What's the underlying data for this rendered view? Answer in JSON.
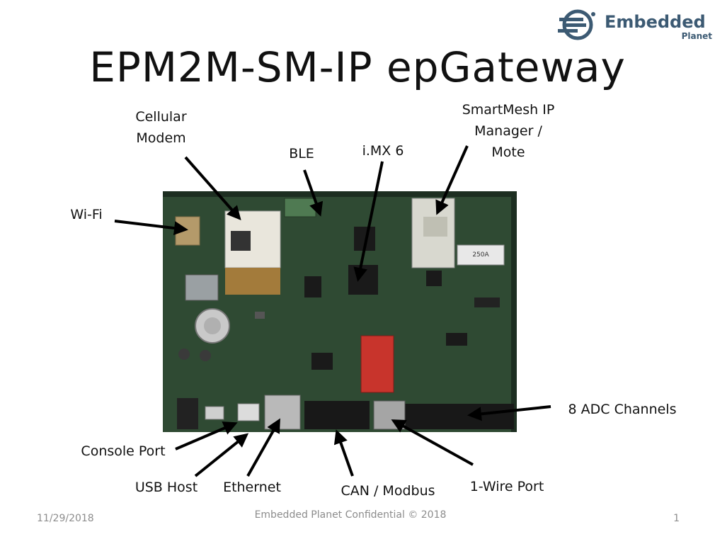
{
  "slide": {
    "title": "EPM2M-SM-IP epGateway"
  },
  "logo": {
    "name": "Embedded",
    "subname": "Planet",
    "color": "#3c5a73",
    "icon": "embedded-planet-icon"
  },
  "callouts": {
    "cellular_line1": "Cellular",
    "cellular_line2": "Modem",
    "ble": "BLE",
    "imx6": "i.MX 6",
    "smartmesh_line1": "SmartMesh IP",
    "smartmesh_line2": "Manager /",
    "smartmesh_line3": "Mote",
    "wifi": "Wi-Fi",
    "adc": "8 ADC Channels",
    "console": "Console Port",
    "usb_host": "USB Host",
    "ethernet": "Ethernet",
    "can_modbus": "CAN / Modbus",
    "one_wire": "1-Wire Port"
  },
  "board_labels": {
    "smartmesh_chip": "250A"
  },
  "footer": {
    "date": "11/29/2018",
    "confidential": "Embedded Planet Confidential © 2018",
    "page_number": "1"
  },
  "colors": {
    "pcb": "#2f4a33",
    "pcb_dark": "#1d2e21",
    "arrow": "#000000",
    "footer": "#8c8c8c",
    "red_module": "#c8342c"
  }
}
